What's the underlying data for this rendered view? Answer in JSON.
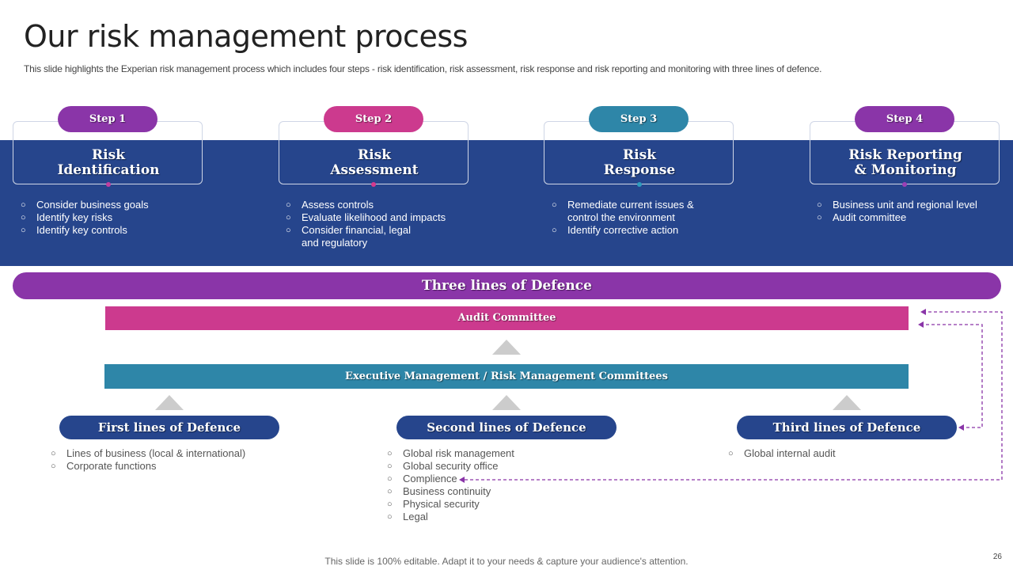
{
  "title": "Our risk management process",
  "subtitle": "This slide highlights the Experian risk management process which includes four steps - risk identification, risk assessment, risk response and risk reporting and monitoring with three lines of defence.",
  "steps": [
    {
      "label": "Step 1",
      "heading_line1": "Risk",
      "heading_line2": "Identification",
      "pill_color": "#8a35a8",
      "dot_color": "#c23ea0",
      "bullets": [
        "Consider business goals",
        "Identify key risks",
        "Identify key controls"
      ]
    },
    {
      "label": "Step 2",
      "heading_line1": "Risk",
      "heading_line2": "Assessment",
      "pill_color": "#cc3a8e",
      "dot_color": "#d6398e",
      "bullets": [
        "Assess controls",
        "Evaluate likelihood and impacts",
        "Consider financial, legal",
        "and regulatory"
      ]
    },
    {
      "label": "Step 3",
      "heading_line1": "Risk",
      "heading_line2": "Response",
      "pill_color": "#2e86a8",
      "dot_color": "#2e9cbd",
      "bullets": [
        "Remediate current issues &",
        "control the environment",
        "Identify corrective  action"
      ]
    },
    {
      "label": "Step 4",
      "heading_line1": "Risk Reporting",
      "heading_line2": "& Monitoring",
      "pill_color": "#8a35a8",
      "dot_color": "#9b3fb5",
      "bullets": [
        "Business unit and regional level",
        "Audit committee"
      ]
    }
  ],
  "three_lines": {
    "title": "Three lines of Defence",
    "audit_committee": "Audit Committee",
    "executive": "Executive  Management  / Risk  Management  Committees",
    "audit_color": "#cc3a8e",
    "executive_color": "#2e86a8",
    "arrow_color": "#8a35a8"
  },
  "defence": [
    {
      "title": "First lines of Defence",
      "bullets": [
        "Lines of business (local & international)",
        "Corporate  functions"
      ]
    },
    {
      "title": "Second lines of Defence",
      "bullets": [
        "Global risk management",
        "Global security office",
        "Complience",
        "Business continuity",
        "Physical security",
        "Legal"
      ]
    },
    {
      "title": "Third lines of Defence",
      "bullets": [
        "Global internal audit"
      ]
    }
  ],
  "footer": "This slide is 100% editable. Adapt it to your needs & capture your audience's attention.",
  "page_number": "26"
}
